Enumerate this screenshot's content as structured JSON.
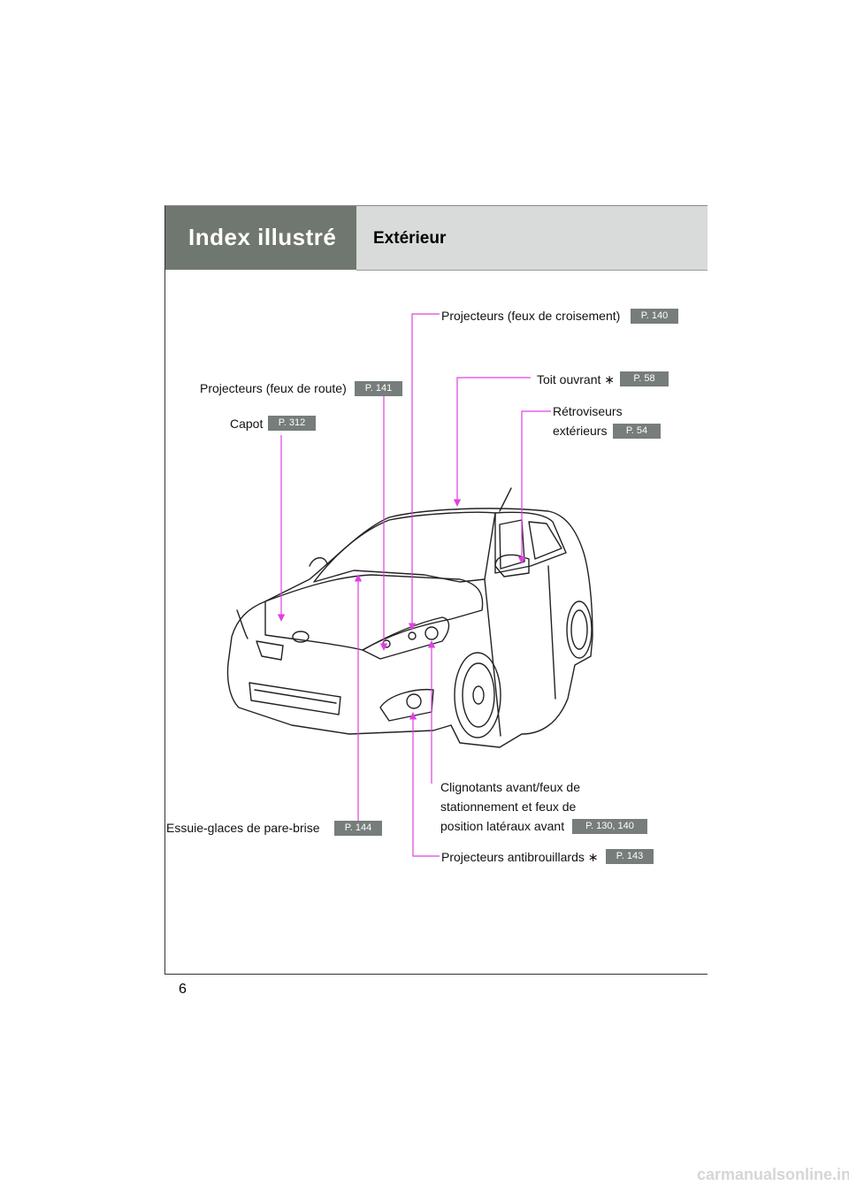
{
  "header": {
    "section": "Index illustré",
    "subsection": "Extérieur"
  },
  "labels": {
    "headlights_low": {
      "text": "Projecteurs (feux de croisement)",
      "page": "P. 140"
    },
    "headlights_high": {
      "text": "Projecteurs (feux de route)",
      "page": "P. 141"
    },
    "sunroof": {
      "text": "Toit ouvrant ∗",
      "page": "P. 58"
    },
    "hood": {
      "text": "Capot",
      "page": "P. 312"
    },
    "mirrors": {
      "line1": "Rétroviseurs",
      "line2": "extérieurs",
      "page": "P. 54"
    },
    "turn_signals": {
      "line1": "Clignotants avant/feux de",
      "line2": "stationnement et feux de",
      "line3": "position latéraux avant",
      "page": "P. 130, 140"
    },
    "wipers": {
      "text": "Essuie-glaces de pare-brise",
      "page": "P. 144"
    },
    "fog_lights": {
      "text": "Projecteurs antibrouillards ∗",
      "page": "P. 143"
    }
  },
  "footer": {
    "page_number": "6",
    "watermark": "carmanualsonline.info"
  },
  "colors": {
    "callout": "#e040e0",
    "badge": "#767d7b",
    "header_dark": "#707770",
    "header_light": "#d8dbd9"
  }
}
